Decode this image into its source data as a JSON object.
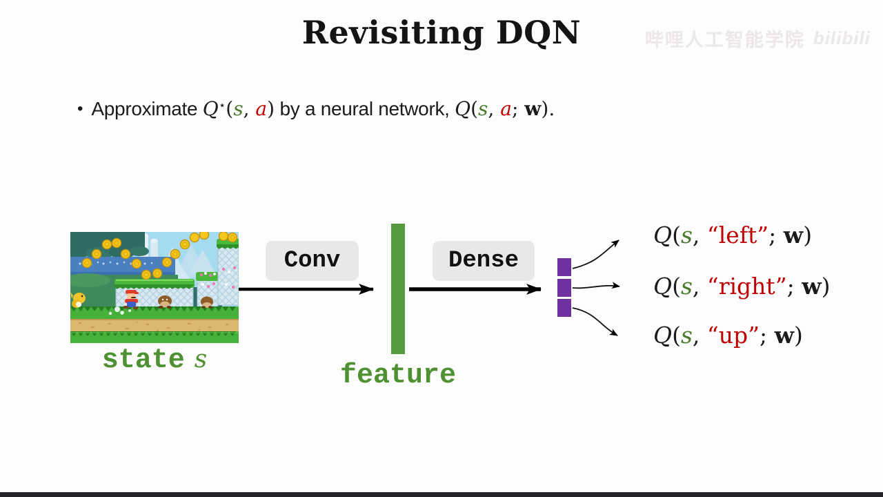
{
  "slide": {
    "title": "Revisiting DQN"
  },
  "watermark": {
    "text": "哔哩人工智能学院",
    "logo": "bilibili"
  },
  "bullet": {
    "marker": "•",
    "tokens": [
      {
        "t": "Approximate ",
        "c": "plain"
      },
      {
        "t": "Q",
        "c": "it"
      },
      {
        "t": "⋆",
        "c": "star"
      },
      {
        "t": "(",
        "c": "up"
      },
      {
        "t": "s",
        "c": "green"
      },
      {
        "t": ", ",
        "c": "up"
      },
      {
        "t": "a",
        "c": "red-it"
      },
      {
        "t": ")",
        "c": "up"
      },
      {
        "t": " by a neural network, ",
        "c": "plain"
      },
      {
        "t": "Q",
        "c": "it"
      },
      {
        "t": "(",
        "c": "up"
      },
      {
        "t": "s",
        "c": "green"
      },
      {
        "t": ", ",
        "c": "up"
      },
      {
        "t": "a",
        "c": "red-it"
      },
      {
        "t": "; ",
        "c": "up"
      },
      {
        "t": "w",
        "c": "bold"
      },
      {
        "t": ").",
        "c": "up"
      }
    ]
  },
  "diagram": {
    "conv_label": "Conv",
    "dense_label": "Dense",
    "state_label": "state",
    "state_var": "s",
    "feature_label": "feature",
    "outputs": [
      {
        "action": "left",
        "tokens": [
          {
            "t": "Q",
            "c": "it"
          },
          {
            "t": "(",
            "c": "up"
          },
          {
            "t": "s",
            "c": "green"
          },
          {
            "t": ", ",
            "c": "up"
          },
          {
            "t": "“left”",
            "c": "red"
          },
          {
            "t": "; ",
            "c": "up"
          },
          {
            "t": "w",
            "c": "bold"
          },
          {
            "t": ")",
            "c": "up"
          }
        ]
      },
      {
        "action": "right",
        "tokens": [
          {
            "t": "Q",
            "c": "it"
          },
          {
            "t": "(",
            "c": "up"
          },
          {
            "t": "s",
            "c": "green"
          },
          {
            "t": ", ",
            "c": "up"
          },
          {
            "t": "“right”",
            "c": "red"
          },
          {
            "t": "; ",
            "c": "up"
          },
          {
            "t": "w",
            "c": "bold"
          },
          {
            "t": ")",
            "c": "up"
          }
        ]
      },
      {
        "action": "up",
        "tokens": [
          {
            "t": "Q",
            "c": "it"
          },
          {
            "t": "(",
            "c": "up"
          },
          {
            "t": "s",
            "c": "green"
          },
          {
            "t": ", ",
            "c": "up"
          },
          {
            "t": "“up”",
            "c": "red"
          },
          {
            "t": "; ",
            "c": "up"
          },
          {
            "t": "w",
            "c": "bold"
          },
          {
            "t": ")",
            "c": "up"
          }
        ]
      }
    ]
  },
  "colors": {
    "ink": "#1b1b1b",
    "green-math": "#4a7a2c",
    "green-label": "#4e9132",
    "bar-green": "#569b3d",
    "red": "#c00000",
    "purple": "#7030a0",
    "box-gray": "#e9e7e9",
    "wm": "#ebe7eb",
    "bg": "#fdfdfd",
    "bottom-bar": "#26242b"
  }
}
